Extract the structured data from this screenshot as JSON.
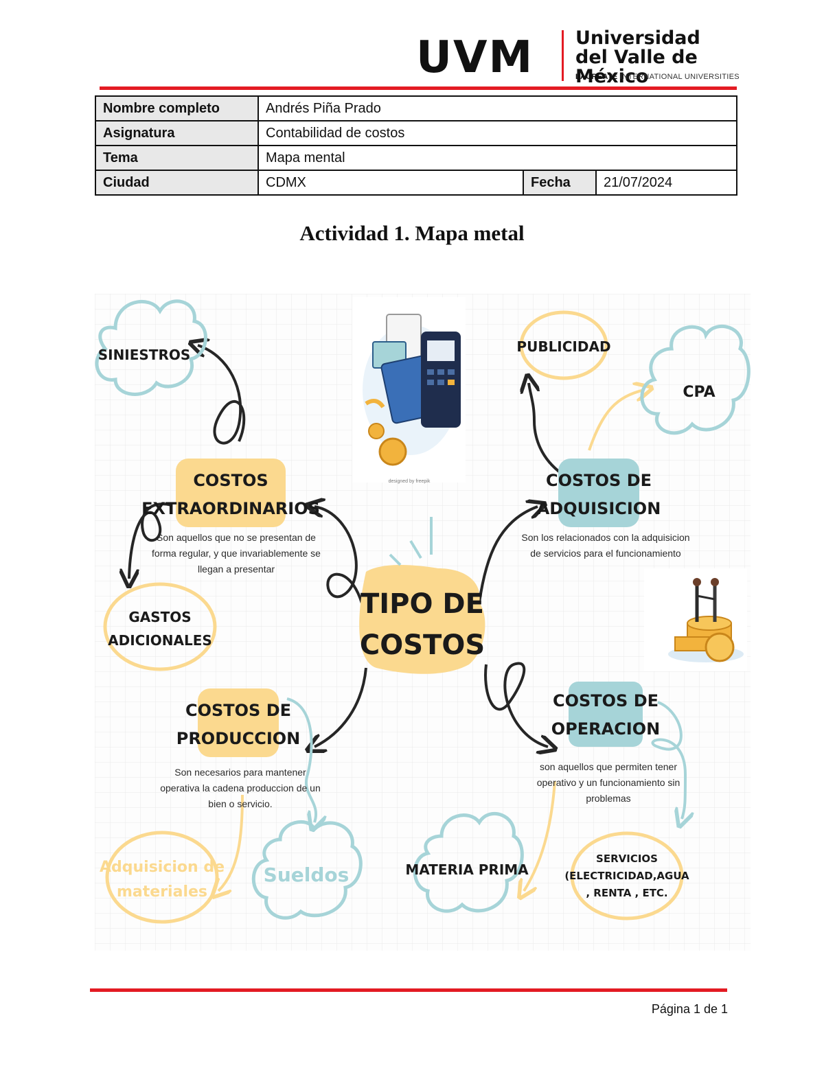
{
  "header": {
    "logo_mark": "UVM",
    "logo_name_line1": "Universidad",
    "logo_name_line2": "del Valle de México",
    "logo_sub_bold": "LAUREATE",
    "logo_sub": "INTERNATIONAL UNIVERSITIES",
    "accent_color": "#e31b23"
  },
  "info_table": {
    "nombre_label": "Nombre completo",
    "nombre_value": "Andrés Piña Prado",
    "asignatura_label": "Asignatura",
    "asignatura_value": "Contabilidad de costos",
    "tema_label": "Tema",
    "tema_value": "Mapa mental",
    "ciudad_label": "Ciudad",
    "ciudad_value": "CDMX",
    "fecha_label": "Fecha",
    "fecha_value": "21/07/2024"
  },
  "title": "Actividad 1. Mapa metal",
  "mind_map": {
    "center_line1": "TIPO DE",
    "center_line2": "COSTOS",
    "extraordinarios": {
      "line1": "COSTOS",
      "line2": "EXTRAORDINARIOS",
      "desc1": "Son aquellos que no se presentan de",
      "desc2": "forma regular, y que invariablemente se",
      "desc3": "llegan a presentar",
      "child_siniestros": "SINIESTROS",
      "child_gastos1": "GASTOS",
      "child_gastos2": "ADICIONALES"
    },
    "adquisicion": {
      "line1": "COSTOS DE",
      "line2": "ADQUISICION",
      "desc1": "Son los relacionados con la adquisicion",
      "desc2": "de servicios para el funcionamiento",
      "child_publicidad": "PUBLICIDAD",
      "child_cpa": "CPA"
    },
    "produccion": {
      "line1": "COSTOS DE",
      "line2": "PRODUCCION",
      "desc1": "Son necesarios para mantener",
      "desc2": "operativa la cadena produccion de un",
      "desc3": "bien o servicio.",
      "child_materiales1": "Adquisicion de",
      "child_materiales2": "materiales",
      "child_sueldos": "Sueldos"
    },
    "operacion": {
      "line1": "COSTOS DE",
      "line2": "OPERACION",
      "desc1": "son aquellos que permiten tener",
      "desc2": "operativo y  un funcionamiento sin",
      "desc3": "problemas",
      "child_materia": "MATERIA PRIMA",
      "child_servicios1": "SERVICIOS",
      "child_servicios2": "(ELECTRICIDAD,AGUA",
      "child_servicios3": ", RENTA , ETC."
    },
    "illustration_credit": "designed by freepik",
    "colors": {
      "yellow": "#fbd98f",
      "teal": "#a6d4d8",
      "grid": "#ececec",
      "ink": "#262626"
    }
  },
  "footer": {
    "page": "Página 1 de 1"
  }
}
